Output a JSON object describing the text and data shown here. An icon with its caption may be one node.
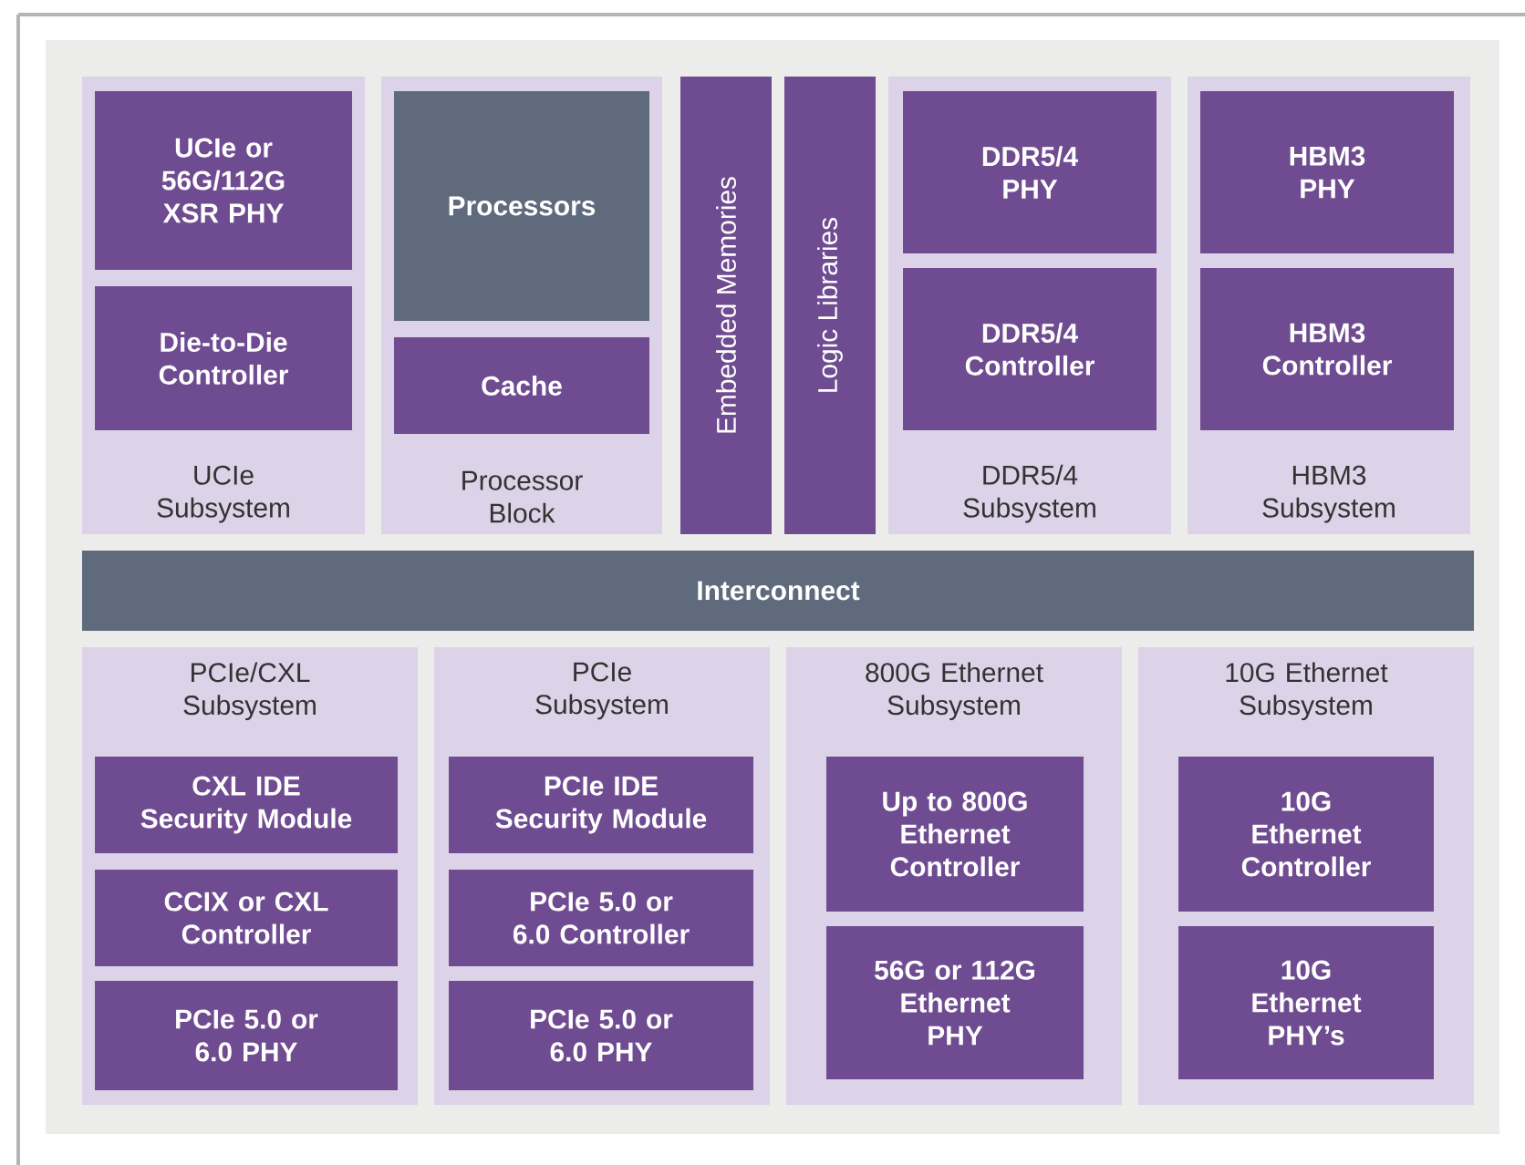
{
  "diagram": {
    "nodes": [
      {
        "text": [
          "UCIe Subsystem"
        ]
      },
      {
        "text": [
          "UCIe or 56G/112G XSR PHY"
        ],
        "in": 0
      },
      {
        "text": [
          "Die-to-Die Controller"
        ],
        "in": 0
      },
      {
        "text": [
          "Processor Block"
        ]
      },
      {
        "text": [
          "Processors"
        ],
        "in": 3
      },
      {
        "text": [
          "Cache"
        ],
        "in": 3
      },
      {
        "text": [
          "Embedded Memories"
        ]
      },
      {
        "text": [
          "Logic Libraries"
        ]
      },
      {
        "text": [
          "DDR5/4 Subsystem"
        ]
      },
      {
        "text": [
          "DDR5/4 PHY"
        ],
        "in": 8
      },
      {
        "text": [
          "DDR5/4 Controller"
        ],
        "in": 8
      },
      {
        "text": [
          "HBM3 Subsystem"
        ]
      },
      {
        "text": [
          "HBM3 PHY"
        ],
        "in": 11
      },
      {
        "text": [
          "HBM3 Controller"
        ],
        "in": 11
      },
      {
        "text": [
          "Interconnect"
        ]
      },
      {
        "text": [
          "PCIe/CXL Subsystem"
        ]
      },
      {
        "text": [
          "CXL IDE Security Module"
        ],
        "in": 15
      },
      {
        "text": [
          "CCIX or CXL Controller"
        ],
        "in": 15
      },
      {
        "text": [
          "PCIe 5.0 or 6.0 PHY"
        ],
        "in": 15
      },
      {
        "text": [
          "PCIe Subsystem"
        ]
      },
      {
        "text": [
          "PCIe IDE Security Module"
        ],
        "in": 19
      },
      {
        "text": [
          "PCIe 5.0 or 6.0 Controller"
        ],
        "in": 19
      },
      {
        "text": [
          "PCIe 5.0 or 6.0 PHY"
        ],
        "in": 19
      },
      {
        "text": [
          "800G Ethernet Subsystem"
        ]
      },
      {
        "text": [
          "Up to 800G Ethernet Controller"
        ],
        "in": 23
      },
      {
        "text": [
          "56G or 112G Ethernet PHY"
        ],
        "in": 23
      },
      {
        "text": [
          "10G Ethernet Subsystem"
        ]
      },
      {
        "text": [
          "10G Ethernet Controller"
        ],
        "in": 26
      },
      {
        "text": [
          "10G Ethernet PHY’s"
        ],
        "in": 26
      }
    ]
  }
}
